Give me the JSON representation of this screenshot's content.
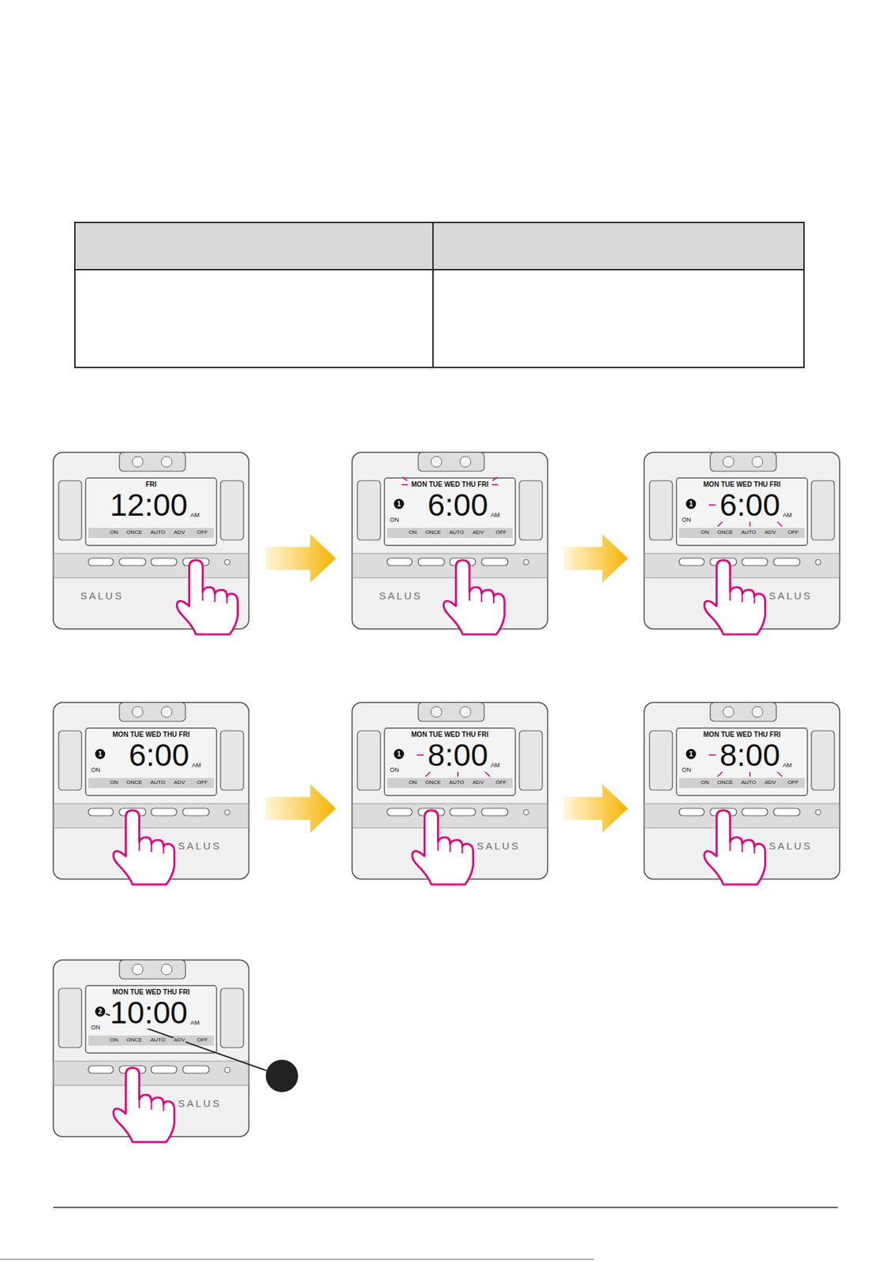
{
  "diagram": {
    "nodes": [
      {
        "text": [
          "FRI",
          "12:00",
          "AM",
          "ON",
          "ONCE",
          "AUTO",
          "ADV",
          "OFF",
          "SALUS"
        ]
      },
      {
        "text": [
          "MON TUE WED THU FRI",
          "1",
          "ON",
          "6:00",
          "AM",
          "ON",
          "ONCE",
          "AUTO",
          "ADV",
          "OFF",
          "SALUS"
        ]
      },
      {
        "text": [
          "MON TUE WED THU FRI",
          "1",
          "ON",
          "6:00",
          "AM",
          "ON",
          "ONCE",
          "AUTO",
          "ADV",
          "OFF",
          "SALUS"
        ]
      },
      {
        "text": [
          "MON TUE WED THU FRI",
          "1",
          "ON",
          "6:00",
          "AM",
          "ON",
          "ONCE",
          "AUTO",
          "ADV",
          "OFF",
          "SALUS"
        ]
      },
      {
        "text": [
          "MON TUE WED THU FRI",
          "1",
          "ON",
          "8:00",
          "AM",
          "ON",
          "ONCE",
          "AUTO",
          "ADV",
          "OFF",
          "SALUS"
        ]
      },
      {
        "text": [
          "MON TUE WED THU FRI",
          "1",
          "ON",
          "8:00",
          "AM",
          "ON",
          "ONCE",
          "AUTO",
          "ADV",
          "OFF",
          "SALUS"
        ]
      },
      {
        "text": [
          "MON TUE WED THU FRI",
          "2",
          "ON",
          "10:00",
          "AM",
          "ON",
          "ONCE",
          "AUTO",
          "ADV",
          "OFF",
          "SALUS"
        ]
      }
    ],
    "edges": [
      {
        "from": 0,
        "to": 1,
        "arrow": "to"
      },
      {
        "from": 1,
        "to": 2,
        "arrow": "to"
      },
      {
        "from": 3,
        "to": 4,
        "arrow": "to"
      },
      {
        "from": 4,
        "to": 5,
        "arrow": "to"
      }
    ]
  }
}
